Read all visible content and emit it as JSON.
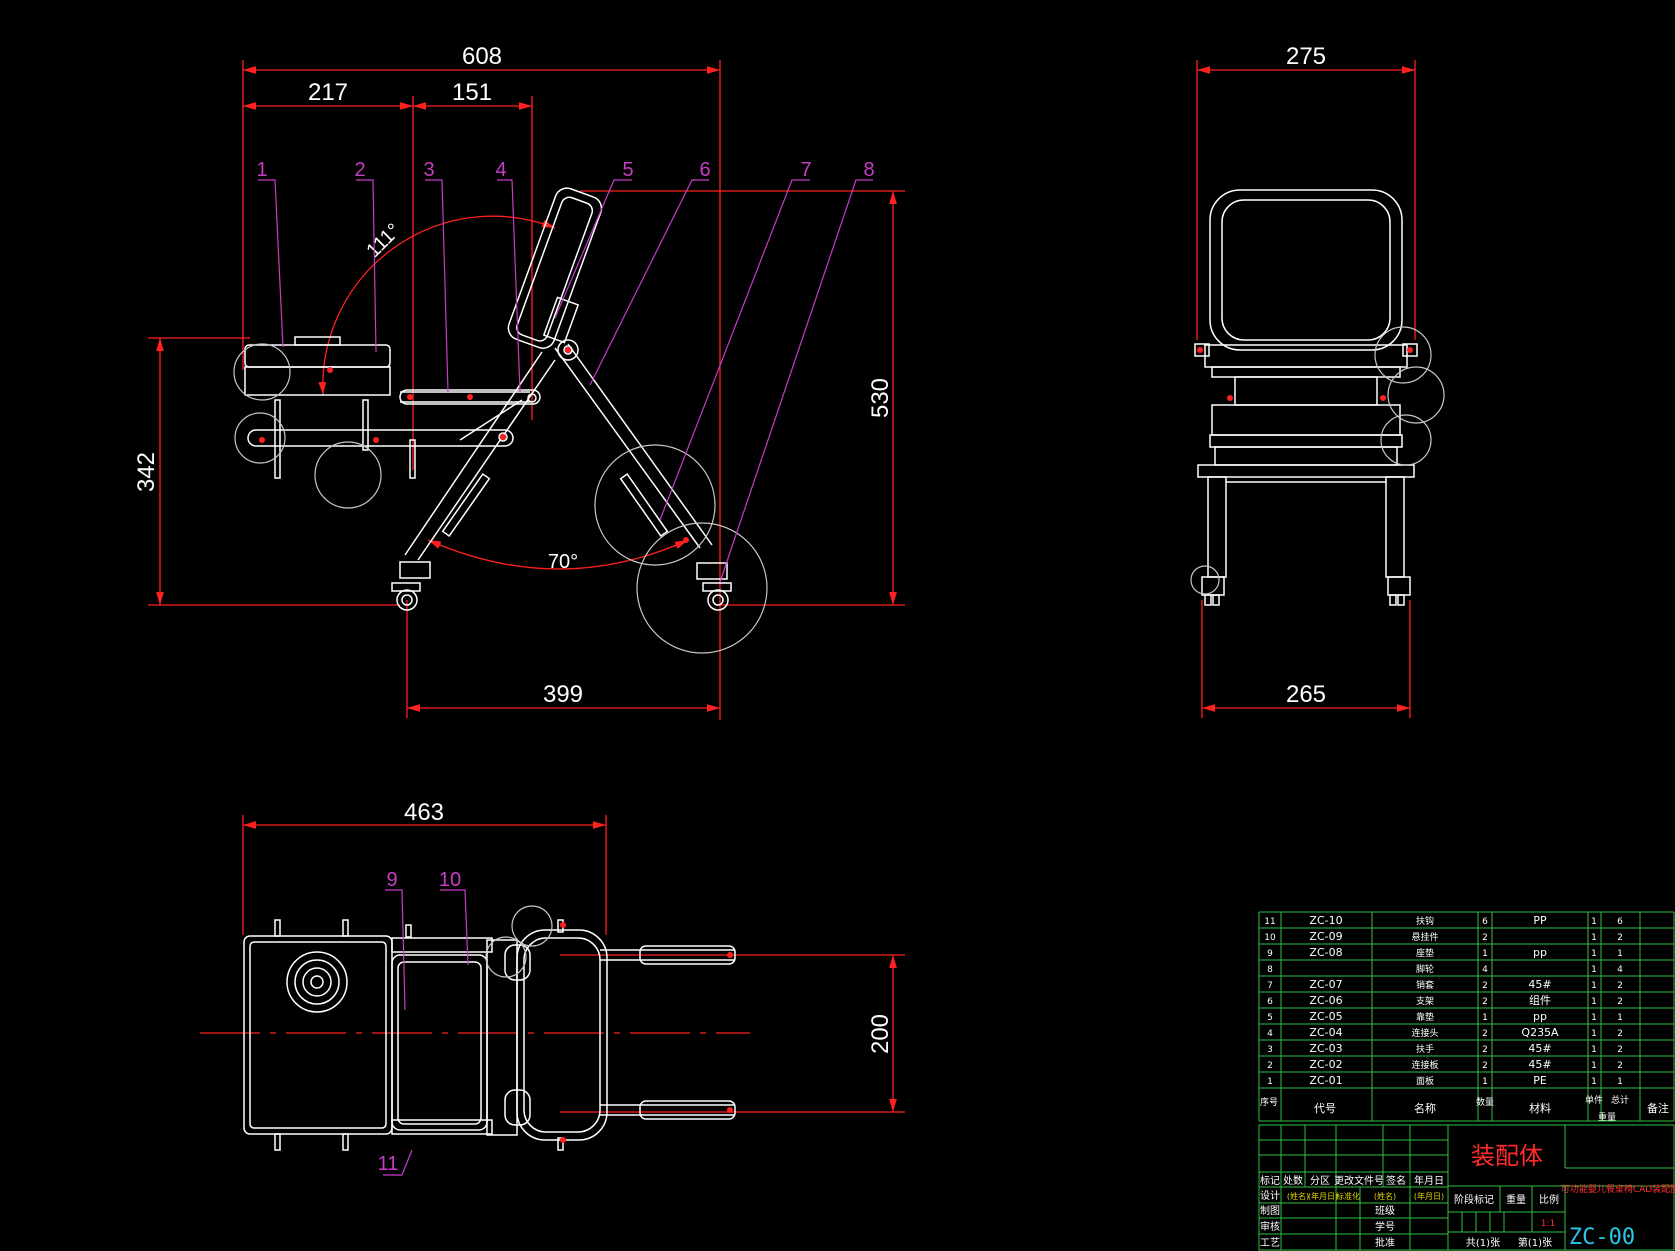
{
  "side_view": {
    "dims": {
      "overall_width": "608",
      "left_part": "217",
      "mid_part": "151",
      "height": "530",
      "seat_height": "342",
      "base_width": "399"
    },
    "angles": {
      "back_angle": "111°",
      "leg_angle": "70°"
    },
    "balloons": [
      "1",
      "2",
      "3",
      "4",
      "5",
      "6",
      "7",
      "8"
    ]
  },
  "front_view": {
    "dims": {
      "top_width": "275",
      "bottom_width": "265"
    }
  },
  "top_view": {
    "dims": {
      "length": "463",
      "width": "200"
    },
    "balloons": [
      "9",
      "10",
      "11"
    ]
  },
  "bom": {
    "rows": [
      {
        "no": "11",
        "code": "ZC-10",
        "name": "扶钩",
        "qty": "6",
        "material": "PP",
        "unit": "1",
        "total": "6"
      },
      {
        "no": "10",
        "code": "ZC-09",
        "name": "悬挂件",
        "qty": "2",
        "material": "",
        "unit": "1",
        "total": "2"
      },
      {
        "no": "9",
        "code": "ZC-08",
        "name": "座垫",
        "qty": "1",
        "material": "pp",
        "unit": "1",
        "total": "1"
      },
      {
        "no": "8",
        "code": "",
        "name": "脚轮",
        "qty": "4",
        "material": "",
        "unit": "1",
        "total": "4"
      },
      {
        "no": "7",
        "code": "ZC-07",
        "name": "销套",
        "qty": "2",
        "material": "45#",
        "unit": "1",
        "total": "2"
      },
      {
        "no": "6",
        "code": "ZC-06",
        "name": "支架",
        "qty": "2",
        "material": "组件",
        "unit": "1",
        "total": "2"
      },
      {
        "no": "5",
        "code": "ZC-05",
        "name": "靠垫",
        "qty": "1",
        "material": "pp",
        "unit": "1",
        "total": "1"
      },
      {
        "no": "4",
        "code": "ZC-04",
        "name": "连接头",
        "qty": "2",
        "material": "Q235A",
        "unit": "1",
        "total": "2"
      },
      {
        "no": "3",
        "code": "ZC-03",
        "name": "扶手",
        "qty": "2",
        "material": "45#",
        "unit": "1",
        "total": "2"
      },
      {
        "no": "2",
        "code": "ZC-02",
        "name": "连接板",
        "qty": "2",
        "material": "45#",
        "unit": "1",
        "total": "2"
      },
      {
        "no": "1",
        "code": "ZC-01",
        "name": "面板",
        "qty": "1",
        "material": "PE",
        "unit": "1",
        "total": "1"
      }
    ],
    "header": {
      "no": "序号",
      "code": "代号",
      "name": "名称",
      "qty": "数量",
      "material": "材料",
      "weight_unit": "单件",
      "weight_total": "总计",
      "weight": "重量",
      "remark": "备注"
    }
  },
  "title_block": {
    "drawing_title": "装配体",
    "project_name": "可功能婴儿餐桌椅CAD装配图",
    "drawing_code": "ZC-00",
    "scale": "1:1",
    "rev_header": [
      "标记",
      "处数",
      "分区",
      "更改文件号",
      "签名",
      "年月日"
    ],
    "roles": [
      "设计",
      "制图",
      "审核",
      "工艺"
    ],
    "role_placeholders": [
      "(姓名)",
      "(年月日)",
      "标准化",
      "(姓名)",
      "(年月日)"
    ],
    "right_labels": [
      "班级",
      "学号",
      "批准"
    ],
    "stage_labels": [
      "阶段标记",
      "重量",
      "比例"
    ],
    "sheets_total": "共(1)张",
    "sheet_no": "第(1)张"
  }
}
